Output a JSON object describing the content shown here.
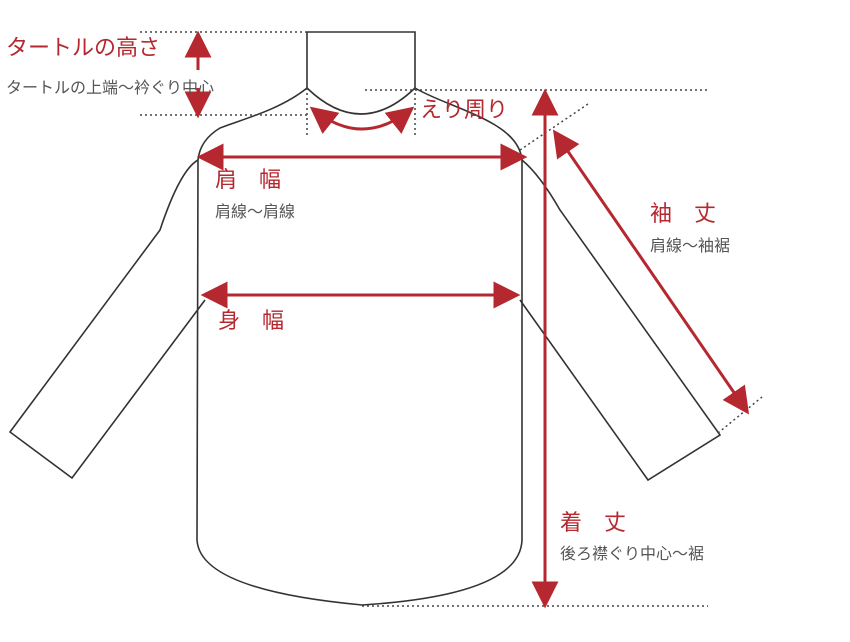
{
  "colors": {
    "accent": "#b5282f",
    "outline": "#333333",
    "guide": "#444444",
    "text": "#555555"
  },
  "labels": {
    "turtle_height": {
      "title": "タートルの高さ",
      "desc": "タートルの上端～衿ぐり中心"
    },
    "neck": {
      "title": "えり周り"
    },
    "shoulder": {
      "title": "肩　幅",
      "desc": "肩線～肩線"
    },
    "sleeve": {
      "title": "袖　丈",
      "desc": "肩線～袖裾"
    },
    "body_width": {
      "title": "身　幅"
    },
    "length": {
      "title": "着　丈",
      "desc": "後ろ襟ぐり中心～裾"
    }
  }
}
